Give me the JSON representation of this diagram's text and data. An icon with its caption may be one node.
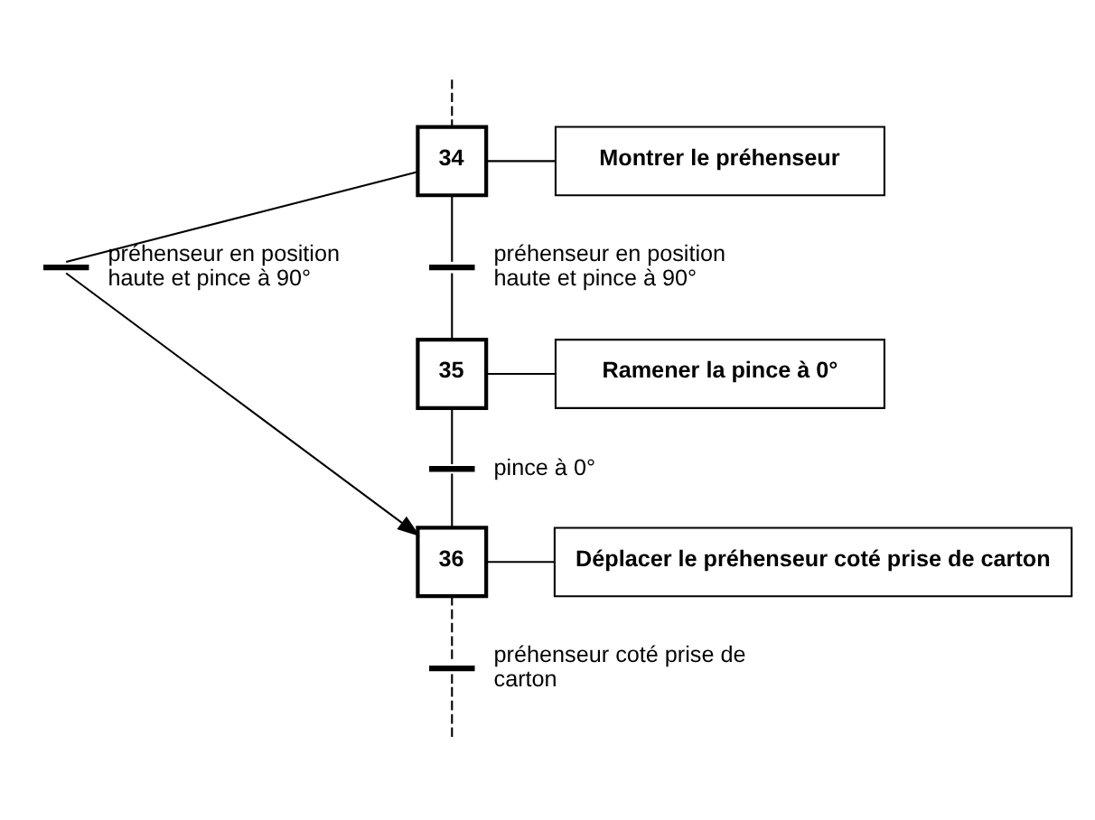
{
  "diagram": {
    "nodes": [
      {
        "text": [
          "34"
        ]
      },
      {
        "text": [
          "Montrer le préhenseur"
        ]
      },
      {
        "text": [],
        "shape": "bar",
        "beside": [
          "préhenseur en position haute et pince à 90°"
        ]
      },
      {
        "text": [],
        "shape": "bar",
        "beside": [
          "préhenseur en position haute et pince à 90°"
        ]
      },
      {
        "text": [
          "35"
        ]
      },
      {
        "text": [
          "Ramener la pince à 0°"
        ]
      },
      {
        "text": [],
        "shape": "bar",
        "beside": [
          "pince à 0°"
        ]
      },
      {
        "text": [
          "36"
        ]
      },
      {
        "text": [
          "Déplacer le préhenseur coté prise de carton"
        ]
      },
      {
        "text": [],
        "shape": "bar",
        "beside": [
          "préhenseur coté prise de carton"
        ]
      }
    ],
    "edges": [
      {
        "from": null,
        "to": 0,
        "arrow": "none",
        "style": "dashed"
      },
      {
        "from": 0,
        "to": 1,
        "arrow": "none"
      },
      {
        "from": 0,
        "to": 2,
        "arrow": "none"
      },
      {
        "from": 0,
        "to": 3,
        "arrow": "none"
      },
      {
        "from": 3,
        "to": 4,
        "arrow": "none"
      },
      {
        "from": 4,
        "to": 5,
        "arrow": "none"
      },
      {
        "from": 4,
        "to": 6,
        "arrow": "none"
      },
      {
        "from": 6,
        "to": 7,
        "arrow": "none"
      },
      {
        "from": 2,
        "to": 7,
        "arrow": "to"
      },
      {
        "from": 7,
        "to": 8,
        "arrow": "none"
      },
      {
        "from": 7,
        "to": 9,
        "arrow": "none",
        "style": "dashed"
      },
      {
        "from": 9,
        "to": null,
        "arrow": "none",
        "style": "dashed"
      }
    ]
  }
}
